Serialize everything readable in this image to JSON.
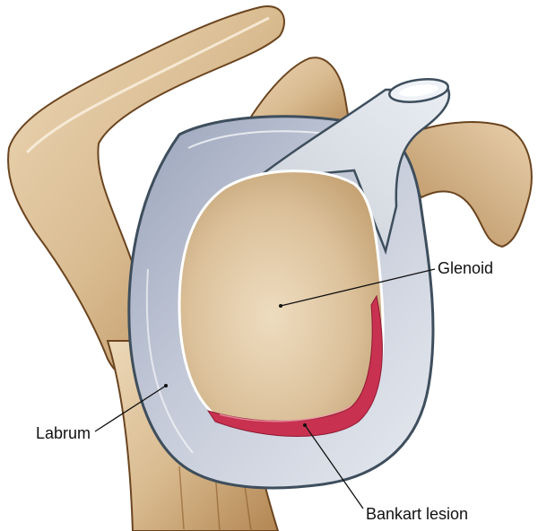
{
  "figure": {
    "subject": "Glenoid with labrum showing Bankart lesion",
    "colors": {
      "bone_light": "#e8d2b0",
      "bone_mid": "#d2b287",
      "bone_dark": "#9a6a34",
      "bone_outline": "#5a3a1a",
      "labrum_light": "#e3e8ee",
      "labrum_mid": "#aeb6c8",
      "labrum_dark": "#3e4e5c",
      "glenoid_face": "#e2cba6",
      "lesion": "#c8314f",
      "lesion_light": "#e86a82",
      "leader_line": "#111111",
      "background": "#ffffff"
    }
  },
  "labels": {
    "glenoid": "Glenoid",
    "labrum": "Labrum",
    "bankart": "Bankart lesion"
  }
}
